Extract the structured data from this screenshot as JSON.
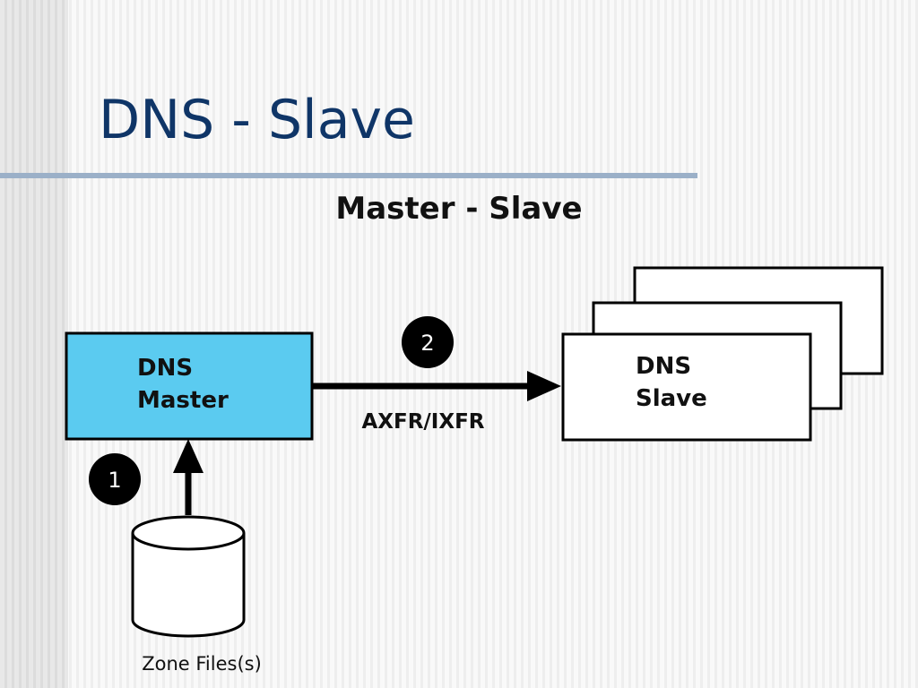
{
  "slide": {
    "title": "DNS - Slave"
  },
  "diagram": {
    "heading": "Master - Slave",
    "master": {
      "line1": "DNS",
      "line2": "Master"
    },
    "slave": {
      "line1": "DNS",
      "line2": "Slave"
    },
    "transfer_label": "AXFR/IXFR",
    "storage_label": "Zone Files(s)",
    "steps": {
      "one": "1",
      "two": "2"
    }
  },
  "colors": {
    "title": "#0f3567",
    "rule": "#9bb0c8",
    "master_fill": "#5bcbf0",
    "slave_fill": "#ffffff",
    "stroke": "#000000"
  }
}
